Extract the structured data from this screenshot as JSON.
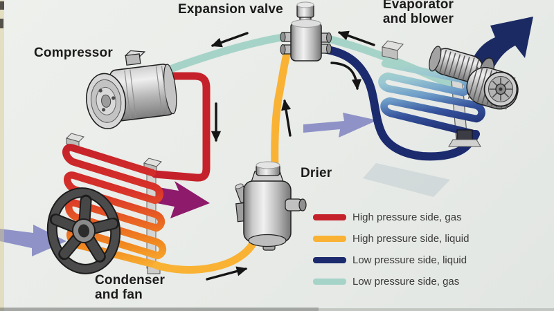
{
  "labels": {
    "compressor": "Compressor",
    "expansion_valve": "Expansion valve",
    "evaporator_line1": "Evaporator",
    "evaporator_line2": "and blower",
    "drier": "Drier",
    "condenser_line1": "Condenser",
    "condenser_line2": "and fan"
  },
  "legend": {
    "items": [
      {
        "label": "High pressure side, gas",
        "color": "#c5212a"
      },
      {
        "label": "High pressure side, liquid",
        "color": "#f9b233"
      },
      {
        "label": "Low pressure side, liquid",
        "color": "#1c2a6e"
      },
      {
        "label": "Low pressure side, gas",
        "color": "#a6d3c8"
      }
    ]
  },
  "colors": {
    "hp_gas": "#c5212a",
    "hp_liquid": "#f9b233",
    "lp_liquid": "#1c2a6e",
    "lp_gas": "#a6d3c8",
    "air_cool_in": "#8e92c6",
    "air_hot_out": "#8d1a6b",
    "air_cold_out": "#1b2a63",
    "background": "#e8ebe7",
    "label_text": "#1b1b1b",
    "legend_text": "#3a3a3a"
  }
}
